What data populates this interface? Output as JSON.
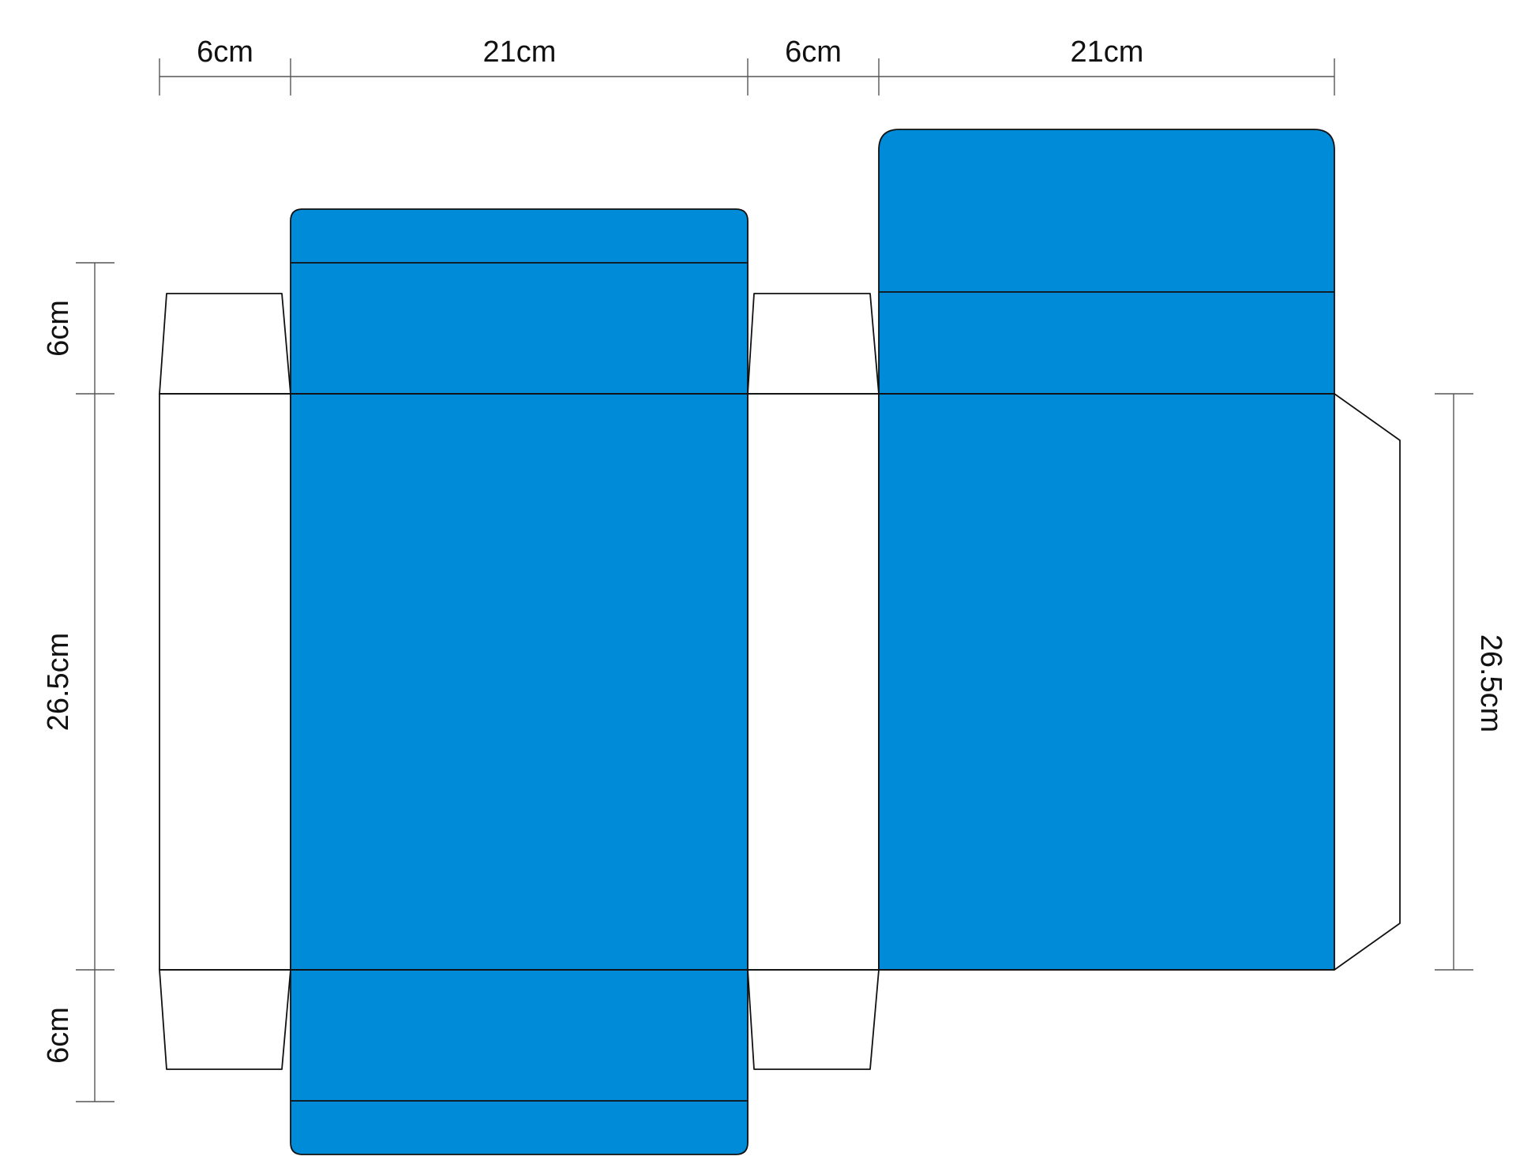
{
  "colors": {
    "panel_fill": "#008BD9",
    "side_fill": "#FFFFFF",
    "outline": "#111111",
    "dimension_line": "#555555"
  },
  "dimensions": {
    "top": [
      {
        "label": "6cm"
      },
      {
        "label": "21cm"
      },
      {
        "label": "6cm"
      },
      {
        "label": "21cm"
      }
    ],
    "left": [
      {
        "label": "6cm"
      },
      {
        "label": "26.5cm"
      },
      {
        "label": "6cm"
      }
    ],
    "right": [
      {
        "label": "26.5cm"
      }
    ]
  }
}
